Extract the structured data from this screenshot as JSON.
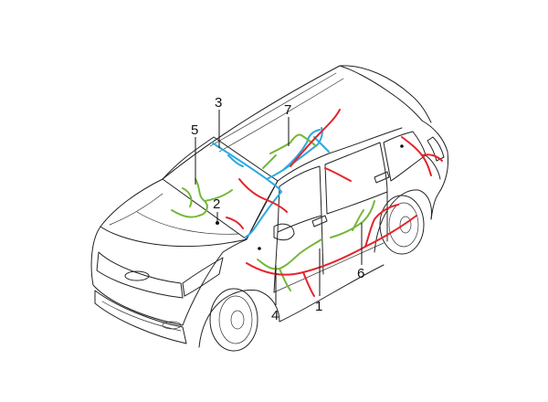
{
  "colors": {
    "harness_red": "#e5242c",
    "harness_green": "#74b739",
    "harness_blue": "#2aa9e0",
    "outline": "#222222",
    "background": "#ffffff"
  },
  "callouts": [
    {
      "id": "1",
      "label": "1"
    },
    {
      "id": "2",
      "label": "2"
    },
    {
      "id": "3",
      "label": "3"
    },
    {
      "id": "4",
      "label": "4"
    },
    {
      "id": "5",
      "label": "5"
    },
    {
      "id": "6",
      "label": "6"
    },
    {
      "id": "7",
      "label": "7"
    }
  ]
}
